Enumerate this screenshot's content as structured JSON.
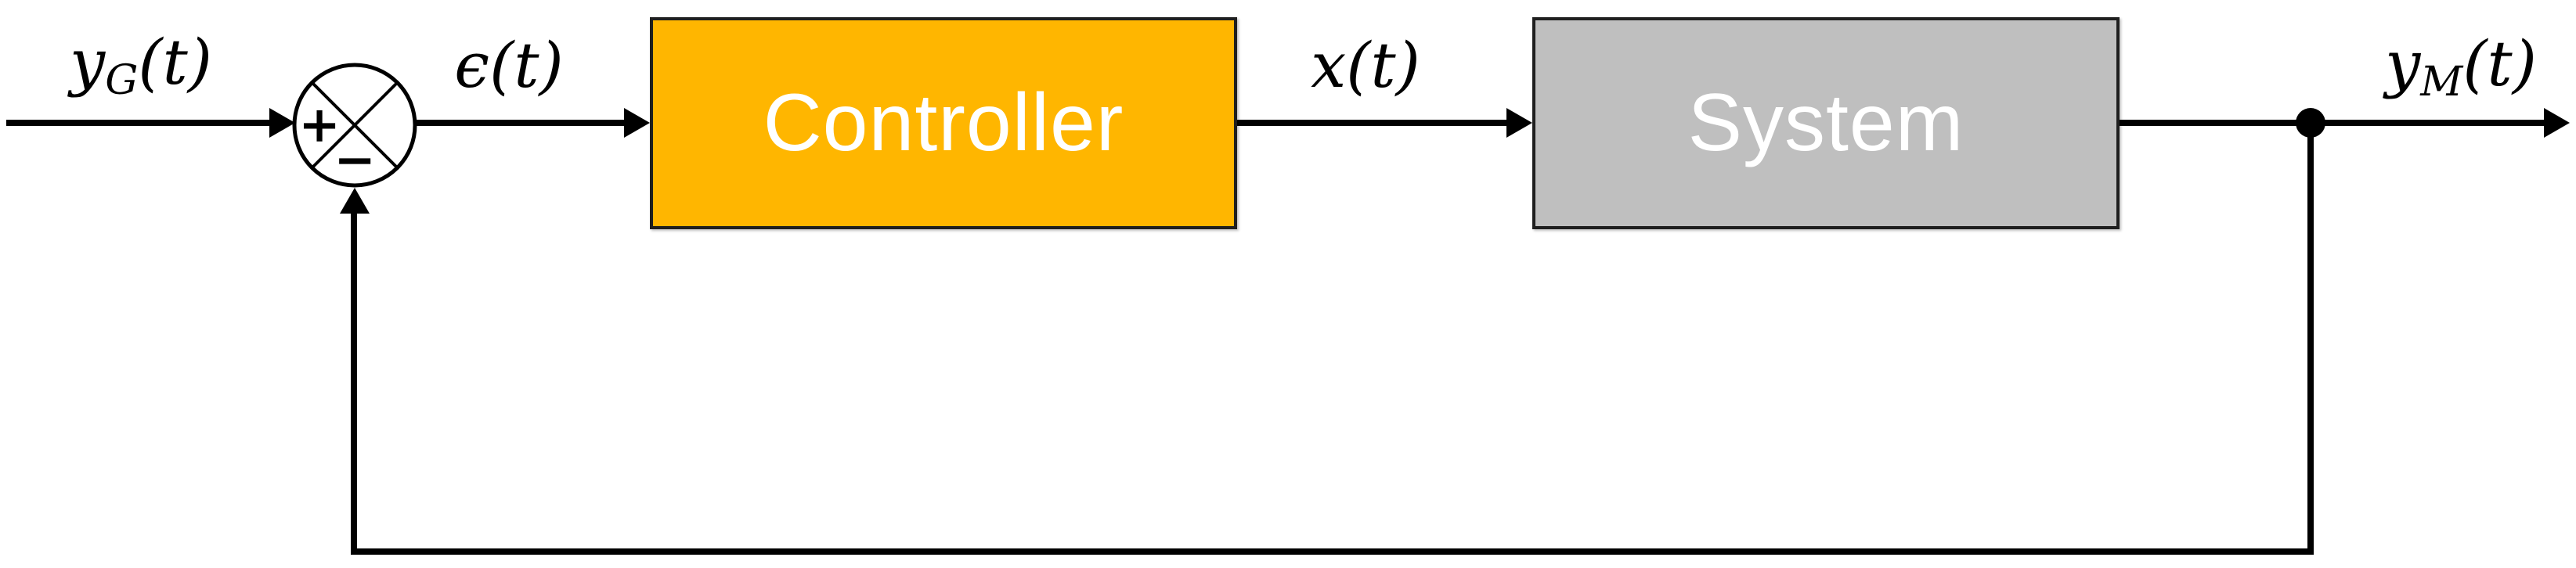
{
  "diagram": {
    "type": "feedback-control-loop-block-diagram",
    "blocks": [
      {
        "id": "controller",
        "label": "Controller",
        "fill": "#FFB600",
        "text_color": "#FFFFFF"
      },
      {
        "id": "system",
        "label": "System",
        "fill": "#BFBFBF",
        "text_color": "#FFFFFF"
      }
    ],
    "signals": {
      "reference": {
        "base": "y",
        "sub": "G",
        "suffix": "(t)"
      },
      "error": {
        "base": "ϵ",
        "suffix": "(t)"
      },
      "control": {
        "base": "x",
        "suffix": "(t)"
      },
      "output": {
        "base": "y",
        "sub": "M",
        "suffix": "(t)"
      }
    },
    "summing_junction": {
      "plus": "+",
      "minus": "−"
    },
    "colors": {
      "line": "#000000",
      "background": "#FFFFFF"
    }
  }
}
